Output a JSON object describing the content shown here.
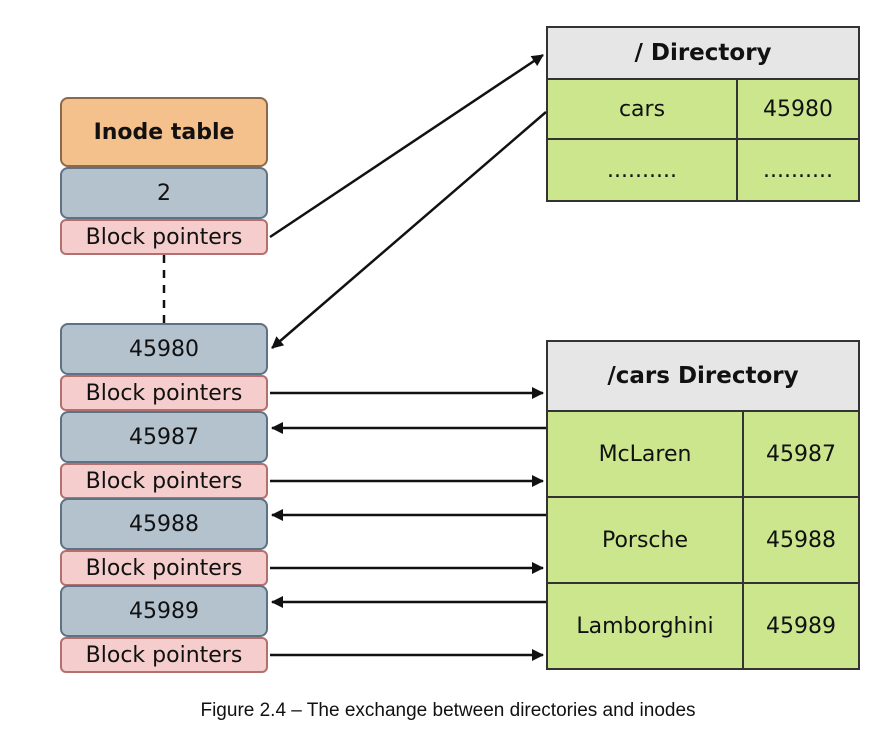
{
  "inode_table": {
    "title": "Inode table",
    "entries": [
      {
        "number": "2",
        "pointer_label": "Block pointers"
      },
      {
        "number": "45980",
        "pointer_label": "Block pointers"
      },
      {
        "number": "45987",
        "pointer_label": "Block pointers"
      },
      {
        "number": "45988",
        "pointer_label": "Block pointers"
      },
      {
        "number": "45989",
        "pointer_label": "Block pointers"
      }
    ]
  },
  "root_directory": {
    "title": "/ Directory",
    "rows": [
      {
        "name": "cars",
        "inode": "45980"
      },
      {
        "name": "..........",
        "inode": ".........."
      }
    ]
  },
  "cars_directory": {
    "title": "/cars Directory",
    "rows": [
      {
        "name": "McLaren",
        "inode": "45987"
      },
      {
        "name": "Porsche",
        "inode": "45988"
      },
      {
        "name": "Lamborghini",
        "inode": "45989"
      }
    ]
  },
  "caption": "Figure 2.4 – The exchange between directories and inodes"
}
